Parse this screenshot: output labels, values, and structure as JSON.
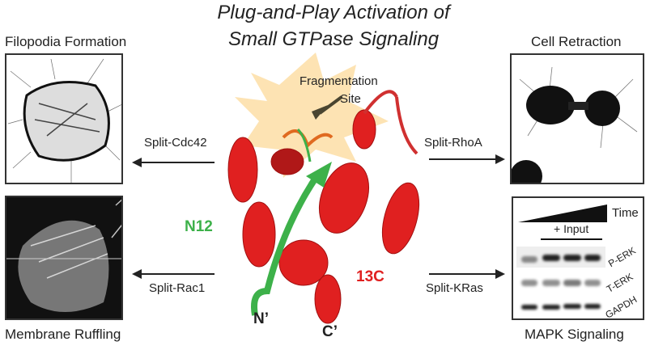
{
  "title": {
    "line1": "Plug-and-Play Activation of",
    "line2": "Small GTPase Signaling"
  },
  "panels": {
    "top_left": {
      "caption": "Filopodia Formation",
      "arrow_label": "Split-Cdc42"
    },
    "bottom_left": {
      "caption": "Membrane Ruffling",
      "arrow_label": "Split-Rac1"
    },
    "top_right": {
      "caption": "Cell Retraction",
      "arrow_label": "Split-RhoA"
    },
    "bottom_right": {
      "caption": "MAPK Signaling",
      "arrow_label": "Split-KRas",
      "blot": {
        "time_label": "Time",
        "input_label": "+ Input",
        "rows": [
          "P-ERK",
          "T-ERK",
          "GAPDH"
        ]
      }
    }
  },
  "protein": {
    "site_label_1": "Fragmentation",
    "site_label_2": "Site",
    "n_fragment": "N12",
    "c_fragment": "13C",
    "n_term": "N’",
    "c_term": "C’"
  },
  "colors": {
    "n_fragment": "#3db14a",
    "c_fragment": "#e02020",
    "site_glow": "#fcd99a"
  }
}
